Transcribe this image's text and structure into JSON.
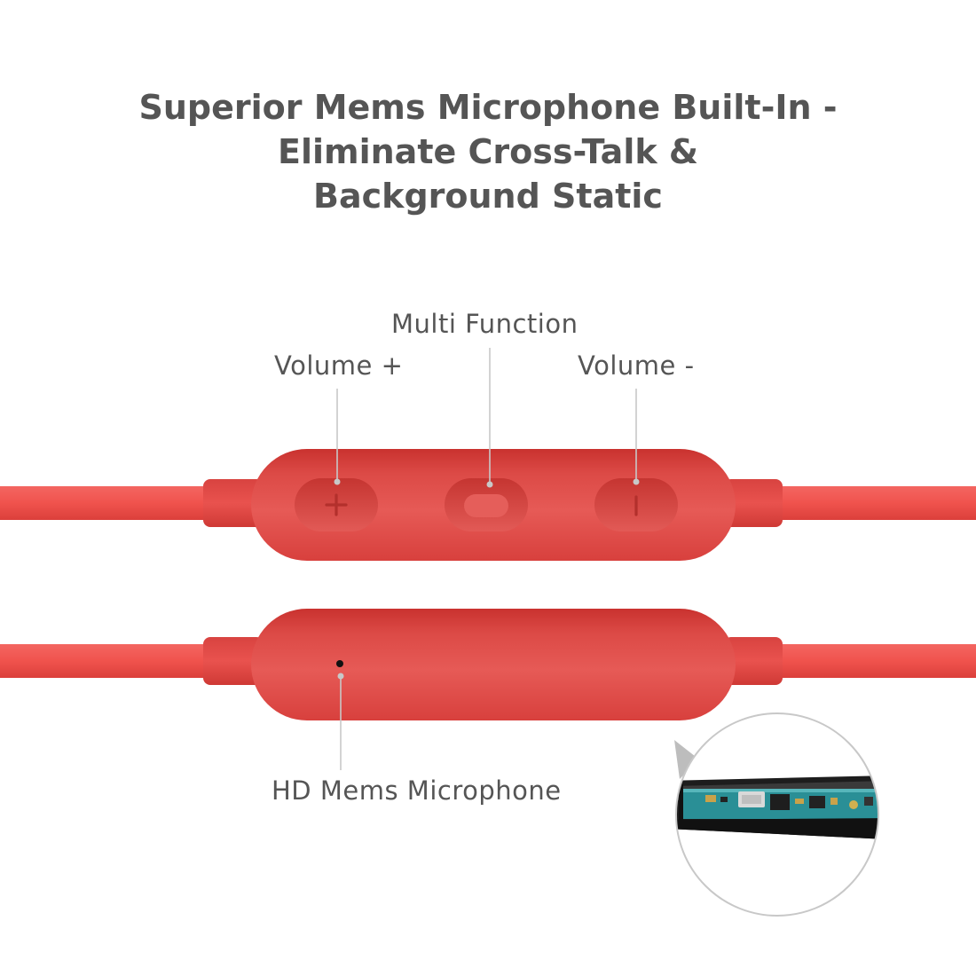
{
  "headline": {
    "line1": "Superior Mems Microphone Built-In -",
    "line2": "Eliminate Cross-Talk &",
    "line3": "Background Static"
  },
  "callouts": {
    "multi_function": "Multi Function",
    "volume_up": "Volume +",
    "volume_down": "Volume -",
    "microphone": "HD Mems Microphone"
  },
  "icons": {
    "volume_up": "plus-icon",
    "multi_function": "multi-function-button-icon",
    "volume_down": "minus-icon",
    "microphone": "microphone-hole-icon"
  },
  "colors": {
    "cable": "#f0534d",
    "remote": "#e25550",
    "remote_shadow": "#c53330",
    "text": "#555555",
    "leader_line": "#c8c8c8",
    "pcb": "#2a8f96"
  }
}
